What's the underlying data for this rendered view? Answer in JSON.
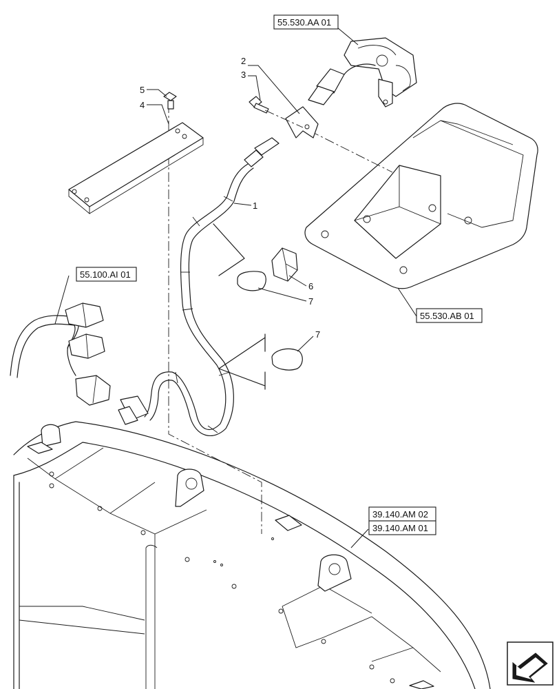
{
  "references": {
    "upper": "55.530.AA 01",
    "left": "55.100.AI 01",
    "right": "55.530.AB 01",
    "bottom_1": "39.140.AM 02",
    "bottom_2": "39.140.AM 01"
  },
  "callouts": {
    "c1": "1",
    "c2": "2",
    "c3": "3",
    "c4": "4",
    "c5": "5",
    "c6": "6",
    "c7a": "7",
    "c7b": "7"
  },
  "icons": {
    "nav": "arrow-left-icon"
  }
}
